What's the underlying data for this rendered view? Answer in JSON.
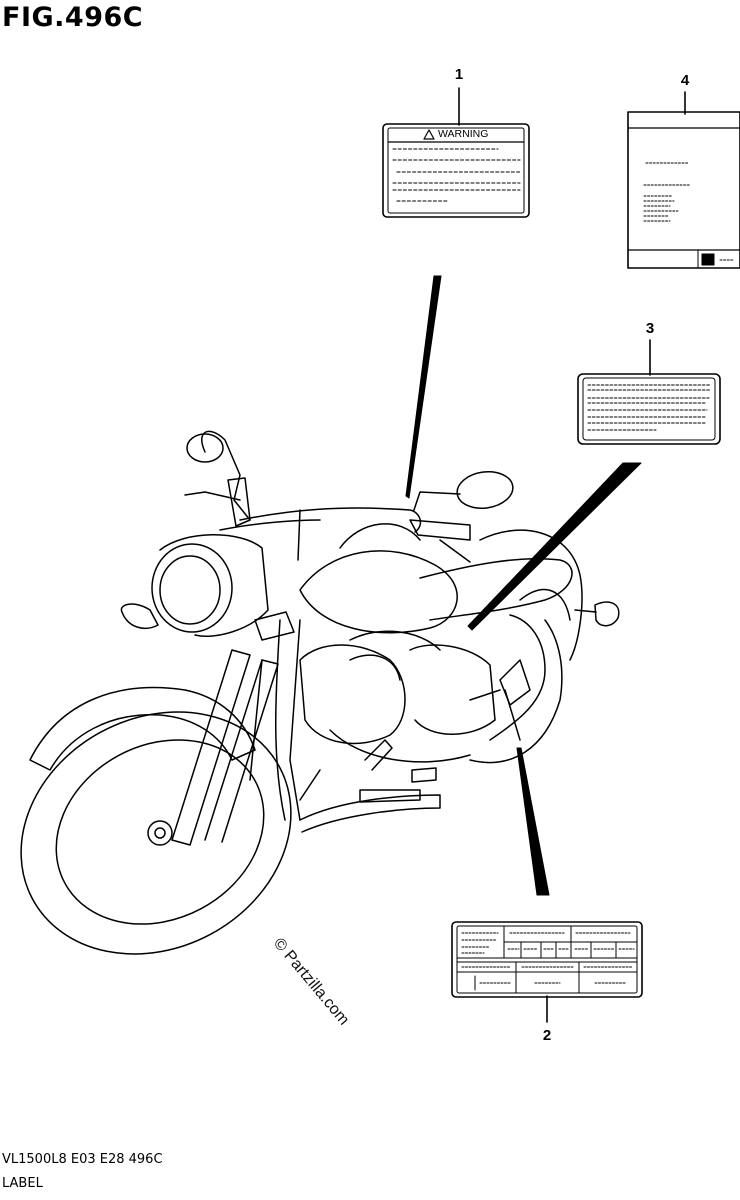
{
  "figure": {
    "title": "FIG.496C"
  },
  "callouts": [
    {
      "number": "1"
    },
    {
      "number": "2"
    },
    {
      "number": "3"
    },
    {
      "number": "4"
    }
  ],
  "labels": {
    "warning_label": {
      "heading": "WARNING"
    }
  },
  "watermark": {
    "text": "© Partzilla.com"
  },
  "footer": {
    "model_code": "VL1500L8  E03  E28  496C",
    "section_name": "LABEL"
  }
}
